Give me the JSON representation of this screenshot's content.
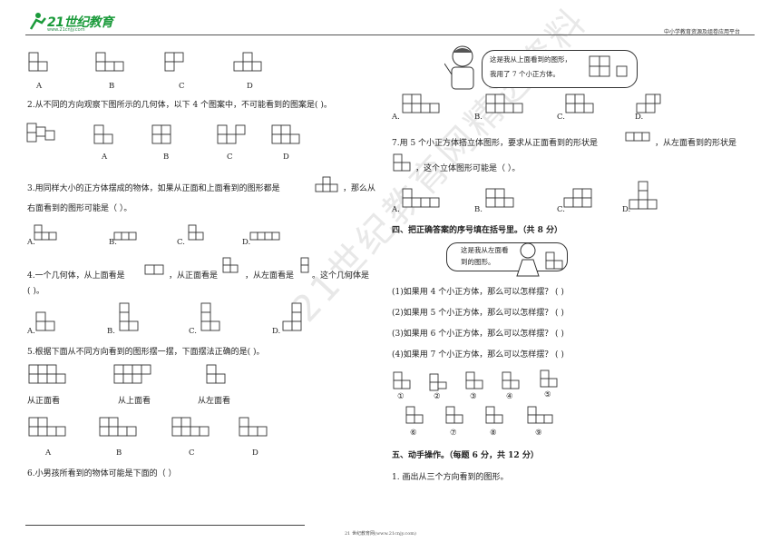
{
  "header": {
    "logo_text": "21世纪教育",
    "logo_sub": "www.21cnjy.com",
    "right_text": "中小学教育资源及组卷应用平台"
  },
  "watermark": "21世纪教育网精选资料",
  "left": {
    "q1_options": [
      "A",
      "B",
      "C",
      "D"
    ],
    "q2_text": "2.从不同的方向观察下图所示的几何体，以下 4 个图案中，不可能看到的图案是(      )。",
    "q2_options": [
      "A",
      "B",
      "C",
      "D"
    ],
    "q3_text_a": "3.用同样大小的正方体摆成的物体，如果从正面和上面看到的图形都是",
    "q3_text_b": "，那么从",
    "q3_text_c": "右面看到的图形可能是（      ）。",
    "q3_options": [
      "A.",
      "B.",
      "C.",
      "D."
    ],
    "q4_text_a": "4.一个几何体，从上面看是",
    "q4_text_b": "，从正面看是",
    "q4_text_c": "，从左面看是",
    "q4_text_d": "。这个几何体是",
    "q4_text_e": "(      )。",
    "q4_options": [
      "A.",
      "B.",
      "C.",
      "D."
    ],
    "q5_text": "5.根据下面从不同方向看到的图形摆一摆，下面摆法正确的是(      )。",
    "q5_views": [
      "从正面看",
      "从上面看",
      "从左面看"
    ],
    "q5_options": [
      "A",
      "B",
      "C",
      "D"
    ],
    "q6_text": "6.小男孩所看到的物体可能是下面的（      ）"
  },
  "right": {
    "boy_bubble_line1": "这是我从上面看到的图形，",
    "boy_bubble_line2": "我用了 7 个小正方体。",
    "q6_options": [
      "A.",
      "B.",
      "C.",
      "D."
    ],
    "q7_text_a": "7.用 5 个小正方体搭立体图形，要求从正面看到的形状是",
    "q7_text_b": "，从左面看到的形状是",
    "q7_text_c": "，这个立体图形可能是（      ）。",
    "q7_options": [
      "A.",
      "B.",
      "C.",
      "D."
    ],
    "sec4_title": "四、把正确答案的序号填在括号里。（共 8 分）",
    "girl_bubble_line1": "这是我从左面看",
    "girl_bubble_line2": "到的图形。",
    "sec4_items": [
      "(1)如果用 4 个小正方体，那么可以怎样摆？      (              )",
      "(2)如果用 5 个小正方体，那么可以怎样摆？      (              )",
      "(3)如果用 6 个小正方体，那么可以怎样摆？          (              )",
      "(4)如果用 7 个小正方体，那么可以怎样摆？          (              )"
    ],
    "shape_labels_row1": [
      "①",
      "②",
      "③",
      "④",
      "⑤"
    ],
    "shape_labels_row2": [
      "⑥",
      "⑦",
      "⑧",
      "⑨"
    ],
    "sec5_title": "五、动手操作。（每题 6 分，共 12 分）",
    "sec5_q1": "1. 画出从三个方向看到的图形。"
  },
  "footer": "21 世纪教育网(www.21cnjy.com)"
}
